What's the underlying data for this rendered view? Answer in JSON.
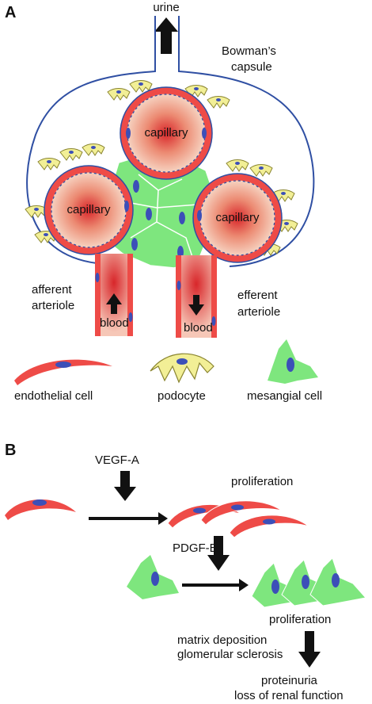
{
  "panels": {
    "a": "A",
    "b": "B"
  },
  "panel_a": {
    "urine": "urine",
    "bowmans_line1": "Bowman’s",
    "bowmans_line2": "capsule",
    "capillary": "capillary",
    "afferent_line1": "afferent",
    "afferent_line2": "arteriole",
    "efferent_line1": "efferent",
    "efferent_line2": "arteriole",
    "blood": "blood"
  },
  "legend": {
    "endothelial": "endothelial cell",
    "podocyte": "podocyte",
    "mesangial": "mesangial cell"
  },
  "panel_b": {
    "vegf": "VEGF-A",
    "proliferation": "proliferation",
    "pdgf": "PDGF-B",
    "matrix": "matrix deposition",
    "sclerosis": "glomerular sclerosis",
    "proteinuria": "proteinuria",
    "loss": "loss of renal function"
  },
  "colors": {
    "endothelial": "#ee4b47",
    "nucleus": "#3c4fb8",
    "podocyte": "#f2ef96",
    "mesangial": "#7ee67e",
    "capsule": "#2f4fa3",
    "capillary_center": "#d8262a",
    "capillary_edge": "#f8e0cf"
  }
}
